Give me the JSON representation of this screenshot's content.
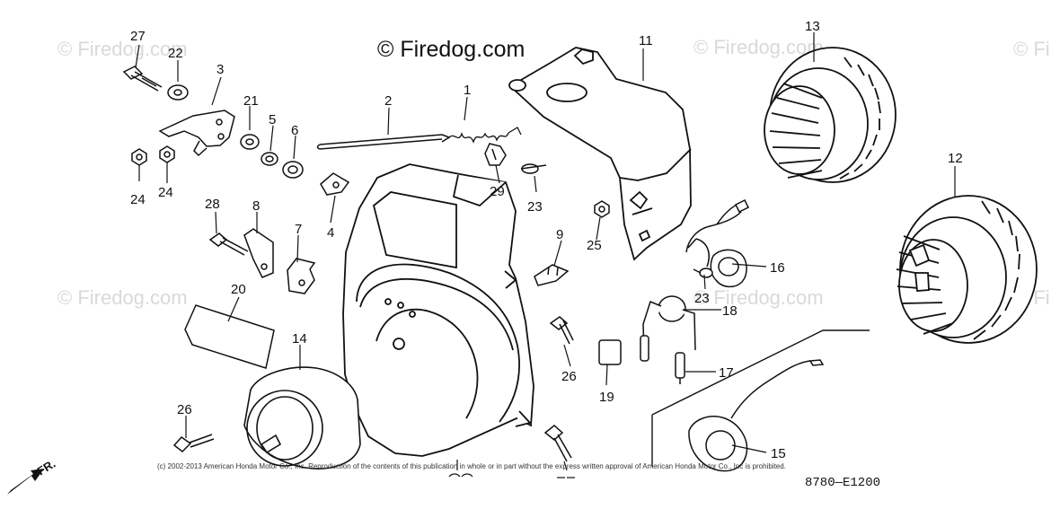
{
  "diagram": {
    "watermarks": {
      "main": "© Firedog.com",
      "faint": "© Firedog.com",
      "edge": "© Fi"
    },
    "callouts": {
      "c1": "1",
      "c2": "2",
      "c3": "3",
      "c4": "4",
      "c5": "5",
      "c6": "6",
      "c7": "7",
      "c8": "8",
      "c9": "9",
      "c11": "11",
      "c12": "12",
      "c13": "13",
      "c14": "14",
      "c15": "15",
      "c16": "16",
      "c17": "17",
      "c18": "18",
      "c19": "19",
      "c20": "20",
      "c21": "21",
      "c22": "22",
      "c23a": "23",
      "c23b": "23",
      "c24a": "24",
      "c24b": "24",
      "c25": "25",
      "c26a": "26",
      "c26b": "26",
      "c27": "27",
      "c28": "28",
      "c29": "29"
    },
    "copyright": "(c) 2002-2013 American Honda Motor Co., Inc. Reproduction of the contents of this publication in whole or in part without the express written approval of American Honda Motor Co., Inc is prohibited.",
    "diagram_code": "8780—E1200",
    "direction_label": "FR."
  }
}
